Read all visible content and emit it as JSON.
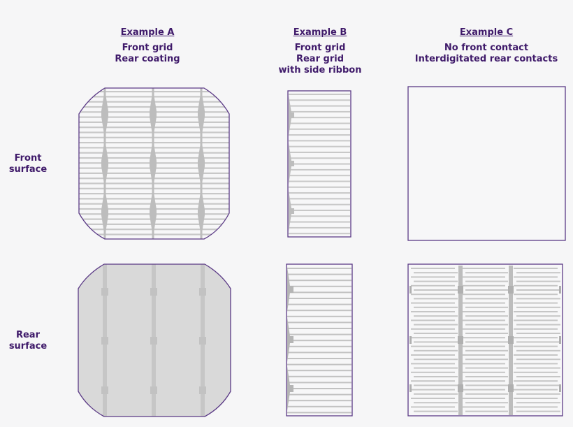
{
  "columns": [
    {
      "title": "Example A",
      "lines": [
        "Front grid",
        "Rear coating"
      ]
    },
    {
      "title": "Example B",
      "lines": [
        "Front grid",
        "Rear grid",
        "with side ribbon"
      ]
    },
    {
      "title": "Example C",
      "lines": [
        "No front contact",
        "Interdigitated rear contacts"
      ]
    }
  ],
  "rows": [
    {
      "label_1": "Front",
      "label_2": "surface"
    },
    {
      "label_1": "Rear",
      "label_2": "surface"
    }
  ],
  "colors": {
    "text": "#3f1a6a",
    "outline": "#5b3a86",
    "background": "#f6f6f7",
    "finger": "#c8c8c8",
    "busbar": "#bdbdbd",
    "rear_coating": "#d9d9d9",
    "cell_white": "#f7f7f8"
  }
}
